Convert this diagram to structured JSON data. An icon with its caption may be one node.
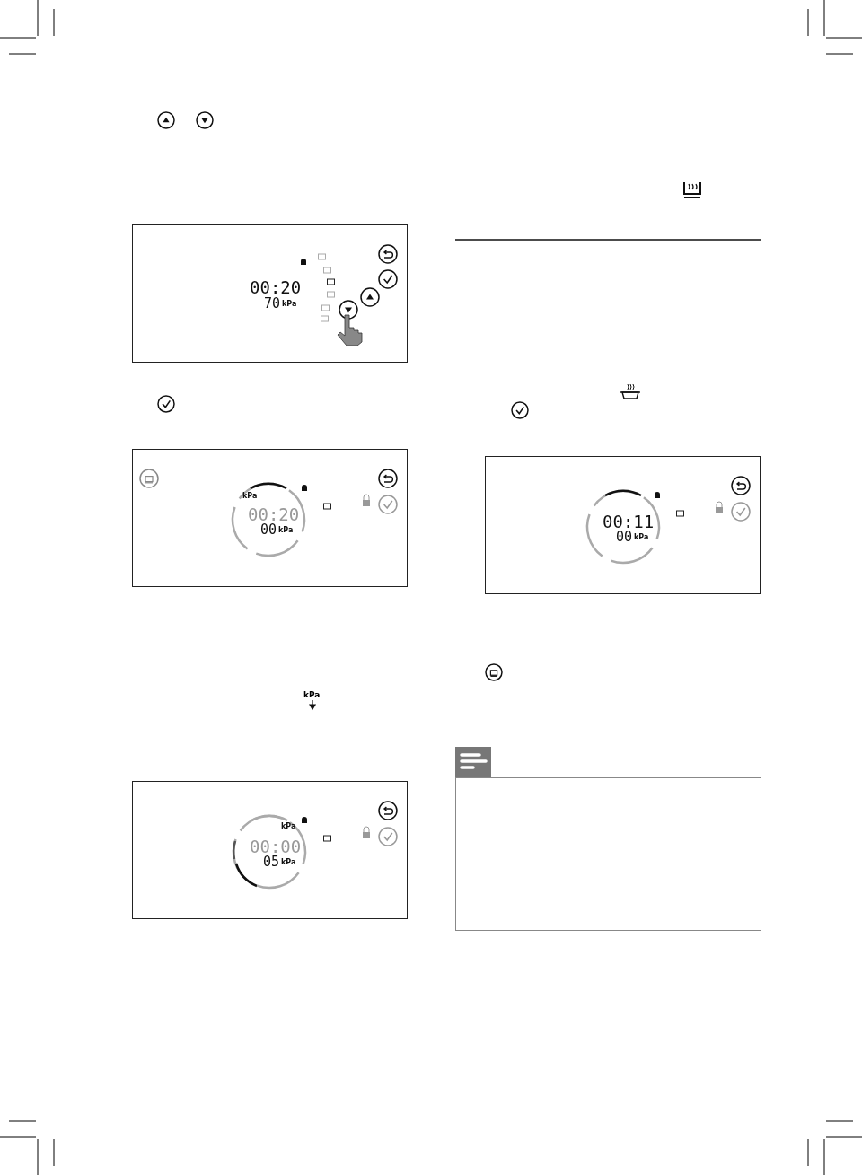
{
  "diagram": {
    "nodes": [
      {
        "text": [
          "00:20",
          "70",
          "kPa"
        ]
      },
      {
        "text": [
          "kPa",
          "00:20",
          "00",
          "kPa"
        ]
      },
      {
        "text": [
          "kPa",
          "00:00",
          "05",
          "kPa"
        ]
      },
      {
        "text": [
          "00:11",
          "00",
          "kPa"
        ]
      },
      {
        "text": [],
        "shape": "box"
      }
    ],
    "labels": [
      "kPa"
    ]
  }
}
